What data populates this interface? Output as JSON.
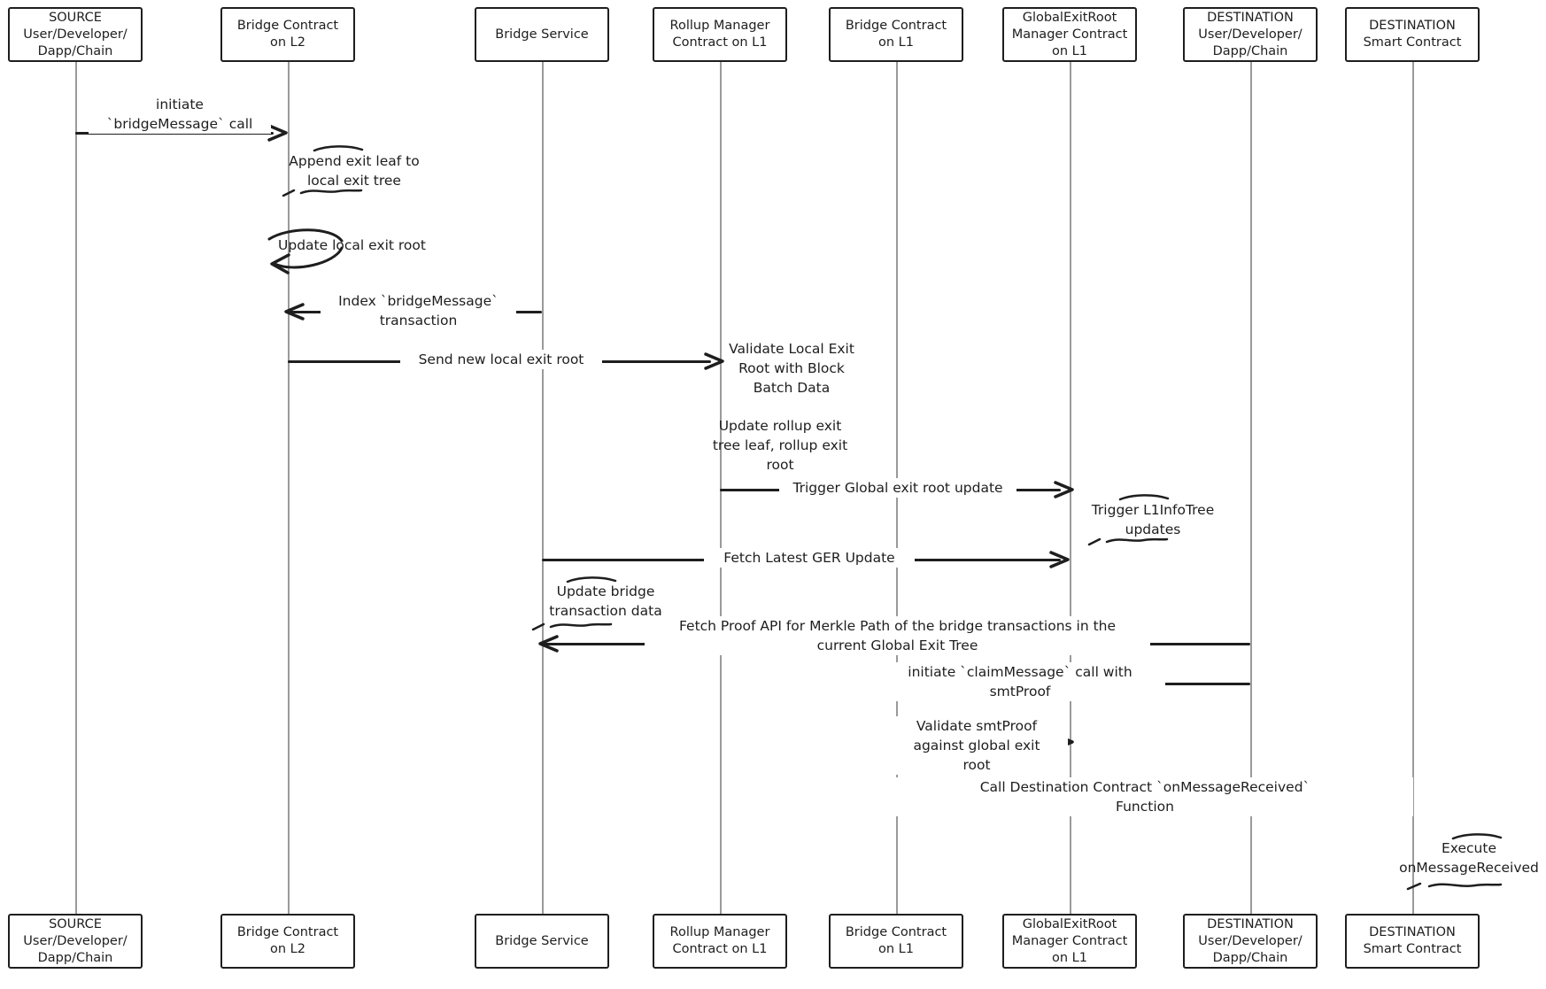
{
  "diagram": {
    "type": "sequence-diagram",
    "subject": "Bridge message flow between L2 and L1",
    "colors": {
      "stroke": "#1e1e1e",
      "lifeline": "#9a9a9a",
      "background": "#ffffff"
    }
  },
  "actors": [
    {
      "label": "SOURCE\nUser/Developer/\nDapp/Chain"
    },
    {
      "label": "Bridge Contract\non L2"
    },
    {
      "label": "Bridge Service"
    },
    {
      "label": "Rollup Manager\nContract on L1"
    },
    {
      "label": "Bridge Contract\non L1"
    },
    {
      "label": "GlobalExitRoot\nManager Contract\non L1"
    },
    {
      "label": "DESTINATION\nUser/Developer/\nDapp/Chain"
    },
    {
      "label": "DESTINATION\nSmart Contract"
    }
  ],
  "messages": [
    {
      "kind": "arrow",
      "direction": "right",
      "from": "SOURCE User/Developer/Dapp/Chain",
      "to": "Bridge Contract on L2",
      "label": "initiate\n`bridgeMessage` call"
    },
    {
      "kind": "note",
      "at": "Bridge Contract on L2",
      "label": "Append exit leaf to\nlocal exit tree"
    },
    {
      "kind": "self-loop",
      "at": "Bridge Contract on L2",
      "label": "Update local exit root"
    },
    {
      "kind": "arrow",
      "direction": "left",
      "from": "Bridge Service",
      "to": "Bridge Contract on L2",
      "label": "Index `bridgeMessage`\ntransaction"
    },
    {
      "kind": "arrow",
      "direction": "right",
      "from": "Bridge Contract on L2",
      "to": "Rollup Manager Contract on L1",
      "label": "Send new local exit root"
    },
    {
      "kind": "note",
      "at": "Rollup Manager Contract on L1",
      "label": "Validate Local Exit\nRoot with Block\nBatch Data"
    },
    {
      "kind": "note",
      "at": "Rollup Manager Contract on L1",
      "label": "Update rollup exit\ntree leaf, rollup exit\nroot"
    },
    {
      "kind": "arrow",
      "direction": "right",
      "from": "Rollup Manager Contract on L1",
      "to": "GlobalExitRoot Manager Contract on L1",
      "label": "Trigger Global exit root update"
    },
    {
      "kind": "note",
      "at": "GlobalExitRoot Manager Contract on L1",
      "label": "Trigger L1InfoTree\nupdates"
    },
    {
      "kind": "arrow",
      "direction": "right",
      "from": "Bridge Service",
      "to": "GlobalExitRoot Manager Contract on L1",
      "label": "Fetch Latest GER Update"
    },
    {
      "kind": "note",
      "at": "Bridge Service",
      "label": "Update bridge\ntransaction data"
    },
    {
      "kind": "arrow",
      "direction": "left",
      "from": "DESTINATION User/Developer/Dapp/Chain",
      "to": "Bridge Service",
      "label": "Fetch Proof API for Merkle Path of the bridge transactions in the\ncurrent Global Exit Tree"
    },
    {
      "kind": "arrow",
      "direction": "left",
      "from": "DESTINATION User/Developer/Dapp/Chain",
      "to": "Bridge Contract on L1",
      "label": "initiate `claimMessage` call with\nsmtProof"
    },
    {
      "kind": "arrow",
      "direction": "right",
      "from": "Bridge Contract on L1",
      "to": "GlobalExitRoot Manager Contract on L1",
      "label": "Validate smtProof\nagainst global exit\nroot"
    },
    {
      "kind": "arrow",
      "direction": "right",
      "from": "Bridge Contract on L1",
      "to": "DESTINATION Smart Contract",
      "label": "Call Destination Contract `onMessageReceived`\nFunction"
    },
    {
      "kind": "note",
      "at": "DESTINATION Smart Contract",
      "label": "Execute\nonMessageReceived"
    }
  ]
}
